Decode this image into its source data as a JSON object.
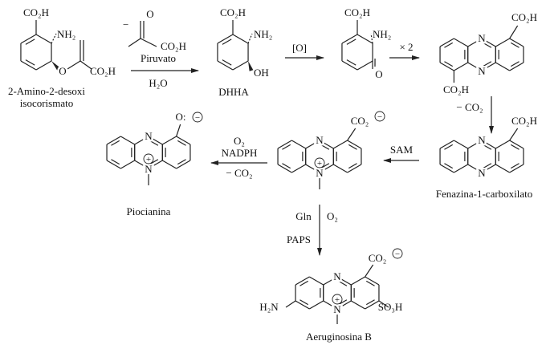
{
  "compounds": {
    "isochorismate": {
      "name_line1": "2-Amino-2-desoxi",
      "name_line2": "isocorismato",
      "co2h_ring": "CO₂H",
      "nh2": "NH₂",
      "o": "O",
      "co2h_side": "CO₂H"
    },
    "dhha": {
      "name": "DHHA",
      "co2h": "CO₂H",
      "nh2": "NH₂",
      "oh": "OH"
    },
    "ketone": {
      "co2h": "CO₂H",
      "nh2": "NH₂",
      "o": "O"
    },
    "pdc": {
      "co2h_top": "CO₂H",
      "co2h_bottom": "CO₂H",
      "n_top": "N",
      "n_bottom": "N"
    },
    "pca": {
      "name": "Fenazina-1-carboxilato",
      "co2h": "CO₂H",
      "n_top": "N",
      "n_bottom": "N"
    },
    "methyl_pca": {
      "co2": "CO₂",
      "n_top": "N",
      "n_bottom": "N",
      "plus": "+",
      "minus": "−"
    },
    "pyocyanin": {
      "name": "Piocianina",
      "o": "O:",
      "n_top": "N",
      "n_bottom": "N",
      "plus": "+",
      "minus": "−"
    },
    "aeruginosin": {
      "name": "Aeruginosina B",
      "co2": "CO₂",
      "h2n": "H₂N",
      "so3h": "SO₃H",
      "n_top": "N",
      "n_bottom": "N",
      "plus": "+",
      "minus": "−"
    }
  },
  "reactions": {
    "r1": {
      "minus": "−",
      "pyruvate_co2h": "CO₂H",
      "pyruvate_o": "O",
      "pyruvate_label": "Piruvato",
      "below": "H₂O"
    },
    "r2": {
      "above": "[O]"
    },
    "r3": {
      "above": "× 2"
    },
    "r4": {
      "label": "− CO₂"
    },
    "r5": {
      "label": "SAM"
    },
    "r6": {
      "line1": "O₂",
      "line2": "NADPH",
      "below": "− CO₂"
    },
    "r7": {
      "left": "Gln",
      "right": "O₂",
      "below_left": "PAPS"
    }
  }
}
